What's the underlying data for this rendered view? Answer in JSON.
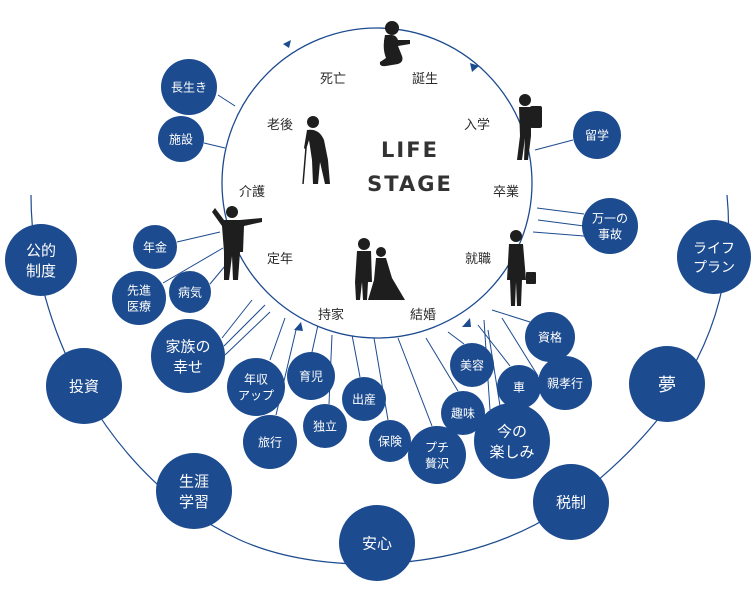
{
  "colors": {
    "bubble": "#1c4b8f",
    "line": "#1c4b8f",
    "text": "#2b2b2b",
    "silhouette": "#1e1e1e"
  },
  "center": {
    "title_line1": "LIFE",
    "title_line2": "STAGE"
  },
  "stages": [
    {
      "id": "shibou",
      "label": "死亡"
    },
    {
      "id": "tanjou",
      "label": "誕生"
    },
    {
      "id": "nyuugaku",
      "label": "入学"
    },
    {
      "id": "sotsugyou",
      "label": "卒業"
    },
    {
      "id": "shuushoku",
      "label": "就職"
    },
    {
      "id": "kekkon",
      "label": "結婚"
    },
    {
      "id": "mochiie",
      "label": "持家"
    },
    {
      "id": "teinen",
      "label": "定年"
    },
    {
      "id": "kaigo",
      "label": "介護"
    },
    {
      "id": "rougo",
      "label": "老後"
    }
  ],
  "bubbles": [
    {
      "id": "nagaiki",
      "lines": [
        "長生き"
      ]
    },
    {
      "id": "shisetsu",
      "lines": [
        "施設"
      ]
    },
    {
      "id": "ryuugaku",
      "lines": [
        "留学"
      ]
    },
    {
      "id": "manichi",
      "lines": [
        "万一の",
        "事故"
      ]
    },
    {
      "id": "nenkin",
      "lines": [
        "年金"
      ]
    },
    {
      "id": "senshin",
      "lines": [
        "先進",
        "医療"
      ]
    },
    {
      "id": "byouki",
      "lines": [
        "病気"
      ]
    },
    {
      "id": "kazoku",
      "lines": [
        "家族の",
        "幸せ"
      ]
    },
    {
      "id": "nenshuu",
      "lines": [
        "年収",
        "アップ"
      ]
    },
    {
      "id": "ikuji",
      "lines": [
        "育児"
      ]
    },
    {
      "id": "ryokou",
      "lines": [
        "旅行"
      ]
    },
    {
      "id": "dokuritsu",
      "lines": [
        "独立"
      ]
    },
    {
      "id": "shussan",
      "lines": [
        "出産"
      ]
    },
    {
      "id": "hoken",
      "lines": [
        "保険"
      ]
    },
    {
      "id": "puchi",
      "lines": [
        "プチ",
        "贅沢"
      ]
    },
    {
      "id": "biyou",
      "lines": [
        "美容"
      ]
    },
    {
      "id": "shumi",
      "lines": [
        "趣味"
      ]
    },
    {
      "id": "kuruma",
      "lines": [
        "車"
      ]
    },
    {
      "id": "shikaku",
      "lines": [
        "資格"
      ]
    },
    {
      "id": "oyakoukou",
      "lines": [
        "親孝行"
      ]
    },
    {
      "id": "tanoshimi",
      "lines": [
        "今の",
        "楽しみ"
      ]
    },
    {
      "id": "kouteki",
      "lines": [
        "公的",
        "制度"
      ]
    },
    {
      "id": "toushi",
      "lines": [
        "投資"
      ]
    },
    {
      "id": "shougai",
      "lines": [
        "生涯",
        "学習"
      ]
    },
    {
      "id": "anshin",
      "lines": [
        "安心"
      ]
    },
    {
      "id": "zeisei",
      "lines": [
        "税制"
      ]
    },
    {
      "id": "yume",
      "lines": [
        "夢"
      ]
    },
    {
      "id": "lifeplan",
      "lines": [
        "ライフ",
        "プラン"
      ]
    }
  ]
}
